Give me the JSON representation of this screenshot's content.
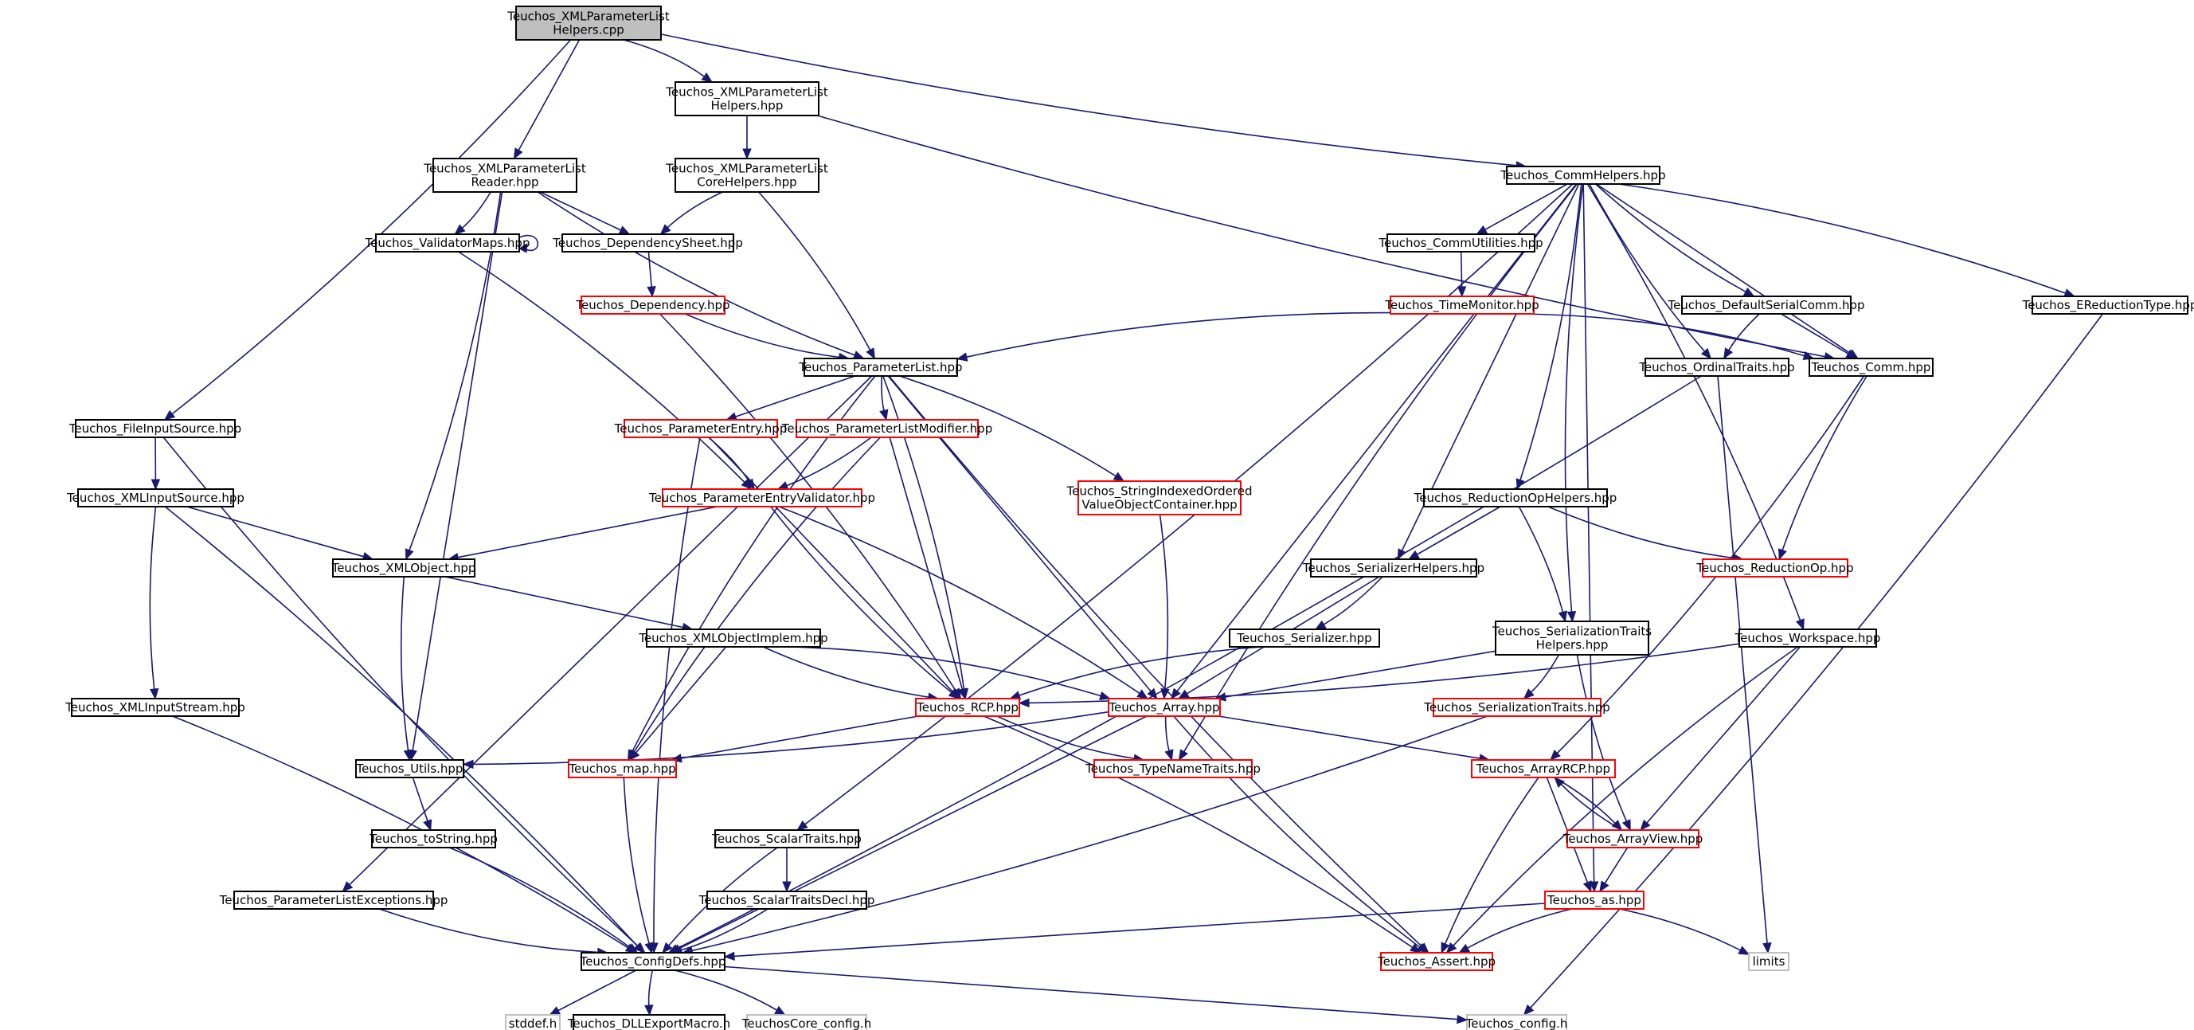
{
  "colors": {
    "edge": "#191970",
    "border_documented": "#000000",
    "border_undocumented": "#ff0000",
    "border_external": "#bfbfbf",
    "root_fill": "#bfbfbf",
    "node_fill": "#ffffff"
  },
  "nodes": [
    {
      "id": "root",
      "kind": "root",
      "lines": [
        "Teuchos_XMLParameterList",
        "Helpers.cpp"
      ]
    },
    {
      "id": "xmlplhelpers",
      "kind": "doc",
      "lines": [
        "Teuchos_XMLParameterList",
        "Helpers.hpp"
      ]
    },
    {
      "id": "xmlplreader",
      "kind": "doc",
      "lines": [
        "Teuchos_XMLParameterList",
        "Reader.hpp"
      ]
    },
    {
      "id": "xmlplcore",
      "kind": "doc",
      "lines": [
        "Teuchos_XMLParameterList",
        "CoreHelpers.hpp"
      ]
    },
    {
      "id": "commhelpers",
      "kind": "doc",
      "lines": [
        "Teuchos_CommHelpers.hpp"
      ]
    },
    {
      "id": "validatormaps",
      "kind": "doc",
      "lines": [
        "Teuchos_ValidatorMaps.hpp"
      ]
    },
    {
      "id": "depsheet",
      "kind": "doc",
      "lines": [
        "Teuchos_DependencySheet.hpp"
      ]
    },
    {
      "id": "commutil",
      "kind": "doc",
      "lines": [
        "Teuchos_CommUtilities.hpp"
      ]
    },
    {
      "id": "defserial",
      "kind": "doc",
      "lines": [
        "Teuchos_DefaultSerialComm.hpp"
      ]
    },
    {
      "id": "ereduction",
      "kind": "doc",
      "lines": [
        "Teuchos_EReductionType.hpp"
      ]
    },
    {
      "id": "dependency",
      "kind": "undoc",
      "lines": [
        "Teuchos_Dependency.hpp"
      ]
    },
    {
      "id": "timemonitor",
      "kind": "undoc",
      "lines": [
        "Teuchos_TimeMonitor.hpp"
      ]
    },
    {
      "id": "paramlist",
      "kind": "doc",
      "lines": [
        "Teuchos_ParameterList.hpp"
      ]
    },
    {
      "id": "ordinal",
      "kind": "doc",
      "lines": [
        "Teuchos_OrdinalTraits.hpp"
      ]
    },
    {
      "id": "comm",
      "kind": "doc",
      "lines": [
        "Teuchos_Comm.hpp"
      ]
    },
    {
      "id": "fileinput",
      "kind": "doc",
      "lines": [
        "Teuchos_FileInputSource.hpp"
      ]
    },
    {
      "id": "paramentry",
      "kind": "undoc",
      "lines": [
        "Teuchos_ParameterEntry.hpp"
      ]
    },
    {
      "id": "plmodifier",
      "kind": "undoc",
      "lines": [
        "Teuchos_ParameterListModifier.hpp"
      ]
    },
    {
      "id": "strindexed",
      "kind": "undoc",
      "lines": [
        "Teuchos_StringIndexedOrdered",
        "ValueObjectContainer.hpp"
      ]
    },
    {
      "id": "redophelpers",
      "kind": "doc",
      "lines": [
        "Teuchos_ReductionOpHelpers.hpp"
      ]
    },
    {
      "id": "xmlinput",
      "kind": "doc",
      "lines": [
        "Teuchos_XMLInputSource.hpp"
      ]
    },
    {
      "id": "pevalidator",
      "kind": "undoc",
      "lines": [
        "Teuchos_ParameterEntryValidator.hpp"
      ]
    },
    {
      "id": "xmlobject",
      "kind": "doc",
      "lines": [
        "Teuchos_XMLObject.hpp"
      ]
    },
    {
      "id": "serhelpers",
      "kind": "doc",
      "lines": [
        "Teuchos_SerializerHelpers.hpp"
      ]
    },
    {
      "id": "reductionop",
      "kind": "undoc",
      "lines": [
        "Teuchos_ReductionOp.hpp"
      ]
    },
    {
      "id": "xmlobjimpl",
      "kind": "doc",
      "lines": [
        "Teuchos_XMLObjectImplem.hpp"
      ]
    },
    {
      "id": "serializer",
      "kind": "doc",
      "lines": [
        "Teuchos_Serializer.hpp"
      ]
    },
    {
      "id": "sertraitshelpers",
      "kind": "doc",
      "lines": [
        "Teuchos_SerializationTraits",
        "Helpers.hpp"
      ]
    },
    {
      "id": "workspace",
      "kind": "doc",
      "lines": [
        "Teuchos_Workspace.hpp"
      ]
    },
    {
      "id": "xmlinputstream",
      "kind": "doc",
      "lines": [
        "Teuchos_XMLInputStream.hpp"
      ]
    },
    {
      "id": "rcp",
      "kind": "undoc",
      "lines": [
        "Teuchos_RCP.hpp"
      ]
    },
    {
      "id": "array",
      "kind": "undoc",
      "lines": [
        "Teuchos_Array.hpp"
      ]
    },
    {
      "id": "sertraits",
      "kind": "undoc",
      "lines": [
        "Teuchos_SerializationTraits.hpp"
      ]
    },
    {
      "id": "utils",
      "kind": "doc",
      "lines": [
        "Teuchos_Utils.hpp"
      ]
    },
    {
      "id": "map",
      "kind": "undoc",
      "lines": [
        "Teuchos_map.hpp"
      ]
    },
    {
      "id": "typename",
      "kind": "undoc",
      "lines": [
        "Teuchos_TypeNameTraits.hpp"
      ]
    },
    {
      "id": "arrayrcp",
      "kind": "undoc",
      "lines": [
        "Teuchos_ArrayRCP.hpp"
      ]
    },
    {
      "id": "tostring",
      "kind": "doc",
      "lines": [
        "Teuchos_toString.hpp"
      ]
    },
    {
      "id": "scalartraits",
      "kind": "doc",
      "lines": [
        "Teuchos_ScalarTraits.hpp"
      ]
    },
    {
      "id": "arrayview",
      "kind": "undoc",
      "lines": [
        "Teuchos_ArrayView.hpp"
      ]
    },
    {
      "id": "plexceptions",
      "kind": "doc",
      "lines": [
        "Teuchos_ParameterListExceptions.hpp"
      ]
    },
    {
      "id": "scalardecl",
      "kind": "doc",
      "lines": [
        "Teuchos_ScalarTraitsDecl.hpp"
      ]
    },
    {
      "id": "as",
      "kind": "undoc",
      "lines": [
        "Teuchos_as.hpp"
      ]
    },
    {
      "id": "configdefs",
      "kind": "doc",
      "lines": [
        "Teuchos_ConfigDefs.hpp"
      ]
    },
    {
      "id": "assert",
      "kind": "undoc",
      "lines": [
        "Teuchos_Assert.hpp"
      ]
    },
    {
      "id": "limits",
      "kind": "ext",
      "lines": [
        "limits"
      ]
    },
    {
      "id": "stddef",
      "kind": "ext",
      "lines": [
        "stddef.h"
      ]
    },
    {
      "id": "dllexport",
      "kind": "doc",
      "lines": [
        "Teuchos_DLLExportMacro.h"
      ]
    },
    {
      "id": "coreconfig",
      "kind": "ext",
      "lines": [
        "TeuchosCore_config.h"
      ]
    },
    {
      "id": "config",
      "kind": "ext",
      "lines": [
        "Teuchos_config.h"
      ]
    }
  ],
  "edges": [
    [
      "root",
      "xmlplhelpers"
    ],
    [
      "root",
      "xmlplreader"
    ],
    [
      "root",
      "commhelpers"
    ],
    [
      "root",
      "fileinput"
    ],
    [
      "xmlplhelpers",
      "xmlplcore"
    ],
    [
      "xmlplhelpers",
      "comm"
    ],
    [
      "xmlplreader",
      "validatormaps"
    ],
    [
      "xmlplreader",
      "depsheet"
    ],
    [
      "xmlplreader",
      "paramlist"
    ],
    [
      "xmlplreader",
      "xmlobject"
    ],
    [
      "xmlplreader",
      "utils"
    ],
    [
      "xmlplcore",
      "depsheet"
    ],
    [
      "xmlplcore",
      "paramlist"
    ],
    [
      "commhelpers",
      "commutil"
    ],
    [
      "commhelpers",
      "defserial"
    ],
    [
      "commhelpers",
      "ereduction"
    ],
    [
      "commhelpers",
      "comm"
    ],
    [
      "commhelpers",
      "ordinal"
    ],
    [
      "commhelpers",
      "redophelpers"
    ],
    [
      "commhelpers",
      "serhelpers"
    ],
    [
      "commhelpers",
      "sertraitshelpers"
    ],
    [
      "commhelpers",
      "workspace"
    ],
    [
      "commhelpers",
      "array"
    ],
    [
      "commhelpers",
      "typename"
    ],
    [
      "commhelpers",
      "scalartraits"
    ],
    [
      "commhelpers",
      "as"
    ],
    [
      "validatormaps",
      "validatormaps"
    ],
    [
      "validatormaps",
      "pevalidator"
    ],
    [
      "depsheet",
      "dependency"
    ],
    [
      "dependency",
      "paramlist"
    ],
    [
      "dependency",
      "rcp"
    ],
    [
      "commutil",
      "timemonitor"
    ],
    [
      "timemonitor",
      "paramlist"
    ],
    [
      "timemonitor",
      "comm"
    ],
    [
      "defserial",
      "comm"
    ],
    [
      "defserial",
      "ordinal"
    ],
    [
      "ereduction",
      "config"
    ],
    [
      "paramlist",
      "paramentry"
    ],
    [
      "paramlist",
      "plmodifier"
    ],
    [
      "paramlist",
      "strindexed"
    ],
    [
      "paramlist",
      "plexceptions"
    ],
    [
      "paramlist",
      "map"
    ],
    [
      "paramlist",
      "rcp"
    ],
    [
      "paramlist",
      "array"
    ],
    [
      "paramlist",
      "assert"
    ],
    [
      "ordinal",
      "configdefs"
    ],
    [
      "ordinal",
      "limits"
    ],
    [
      "comm",
      "reductionop"
    ],
    [
      "comm",
      "arrayrcp"
    ],
    [
      "fileinput",
      "xmlinput"
    ],
    [
      "fileinput",
      "configdefs"
    ],
    [
      "paramentry",
      "pevalidator"
    ],
    [
      "paramentry",
      "rcp"
    ],
    [
      "paramentry",
      "configdefs"
    ],
    [
      "plmodifier",
      "pevalidator"
    ],
    [
      "plmodifier",
      "rcp"
    ],
    [
      "plmodifier",
      "map"
    ],
    [
      "strindexed",
      "array"
    ],
    [
      "redophelpers",
      "serhelpers"
    ],
    [
      "redophelpers",
      "reductionop"
    ],
    [
      "redophelpers",
      "sertraitshelpers"
    ],
    [
      "xmlinput",
      "xmlobject"
    ],
    [
      "xmlinput",
      "xmlinputstream"
    ],
    [
      "xmlinput",
      "configdefs"
    ],
    [
      "pevalidator",
      "xmlobject"
    ],
    [
      "pevalidator",
      "rcp"
    ],
    [
      "pevalidator",
      "array"
    ],
    [
      "xmlobject",
      "xmlobjimpl"
    ],
    [
      "xmlobject",
      "utils"
    ],
    [
      "serhelpers",
      "serializer"
    ],
    [
      "serhelpers",
      "array"
    ],
    [
      "xmlobjimpl",
      "rcp"
    ],
    [
      "xmlobjimpl",
      "array"
    ],
    [
      "xmlobjimpl",
      "map"
    ],
    [
      "serializer",
      "rcp"
    ],
    [
      "sertraitshelpers",
      "sertraits"
    ],
    [
      "sertraitshelpers",
      "array"
    ],
    [
      "sertraitshelpers",
      "arrayview"
    ],
    [
      "workspace",
      "rcp"
    ],
    [
      "workspace",
      "arrayview"
    ],
    [
      "workspace",
      "assert"
    ],
    [
      "xmlinputstream",
      "configdefs"
    ],
    [
      "rcp",
      "map"
    ],
    [
      "rcp",
      "typename"
    ],
    [
      "rcp",
      "assert"
    ],
    [
      "array",
      "arrayrcp"
    ],
    [
      "array",
      "typename"
    ],
    [
      "array",
      "utils"
    ],
    [
      "array",
      "configdefs"
    ],
    [
      "array",
      "assert"
    ],
    [
      "sertraits",
      "configdefs"
    ],
    [
      "utils",
      "tostring"
    ],
    [
      "map",
      "configdefs"
    ],
    [
      "arrayrcp",
      "arrayview"
    ],
    [
      "arrayrcp",
      "as"
    ],
    [
      "arrayrcp",
      "assert"
    ],
    [
      "tostring",
      "configdefs"
    ],
    [
      "scalartraits",
      "scalardecl"
    ],
    [
      "scalartraits",
      "configdefs"
    ],
    [
      "arrayview",
      "arrayrcp"
    ],
    [
      "arrayview",
      "as"
    ],
    [
      "plexceptions",
      "configdefs"
    ],
    [
      "scalardecl",
      "configdefs"
    ],
    [
      "as",
      "configdefs"
    ],
    [
      "as",
      "assert"
    ],
    [
      "as",
      "limits"
    ],
    [
      "configdefs",
      "stddef"
    ],
    [
      "configdefs",
      "dllexport"
    ],
    [
      "configdefs",
      "coreconfig"
    ],
    [
      "configdefs",
      "config"
    ]
  ]
}
